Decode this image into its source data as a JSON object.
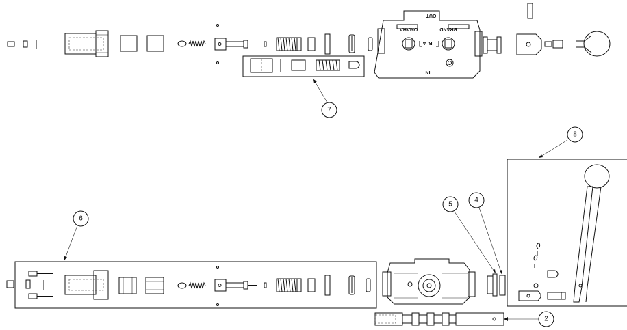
{
  "callouts": {
    "c2": "2",
    "c4": "4",
    "c5": "5",
    "c6": "6",
    "c7": "7",
    "c8": "8"
  },
  "valve_markings": {
    "out": "OUT",
    "in": "IN",
    "brand": "BRAND",
    "omaha": "OMAHA",
    "a": "A",
    "b": "B"
  }
}
